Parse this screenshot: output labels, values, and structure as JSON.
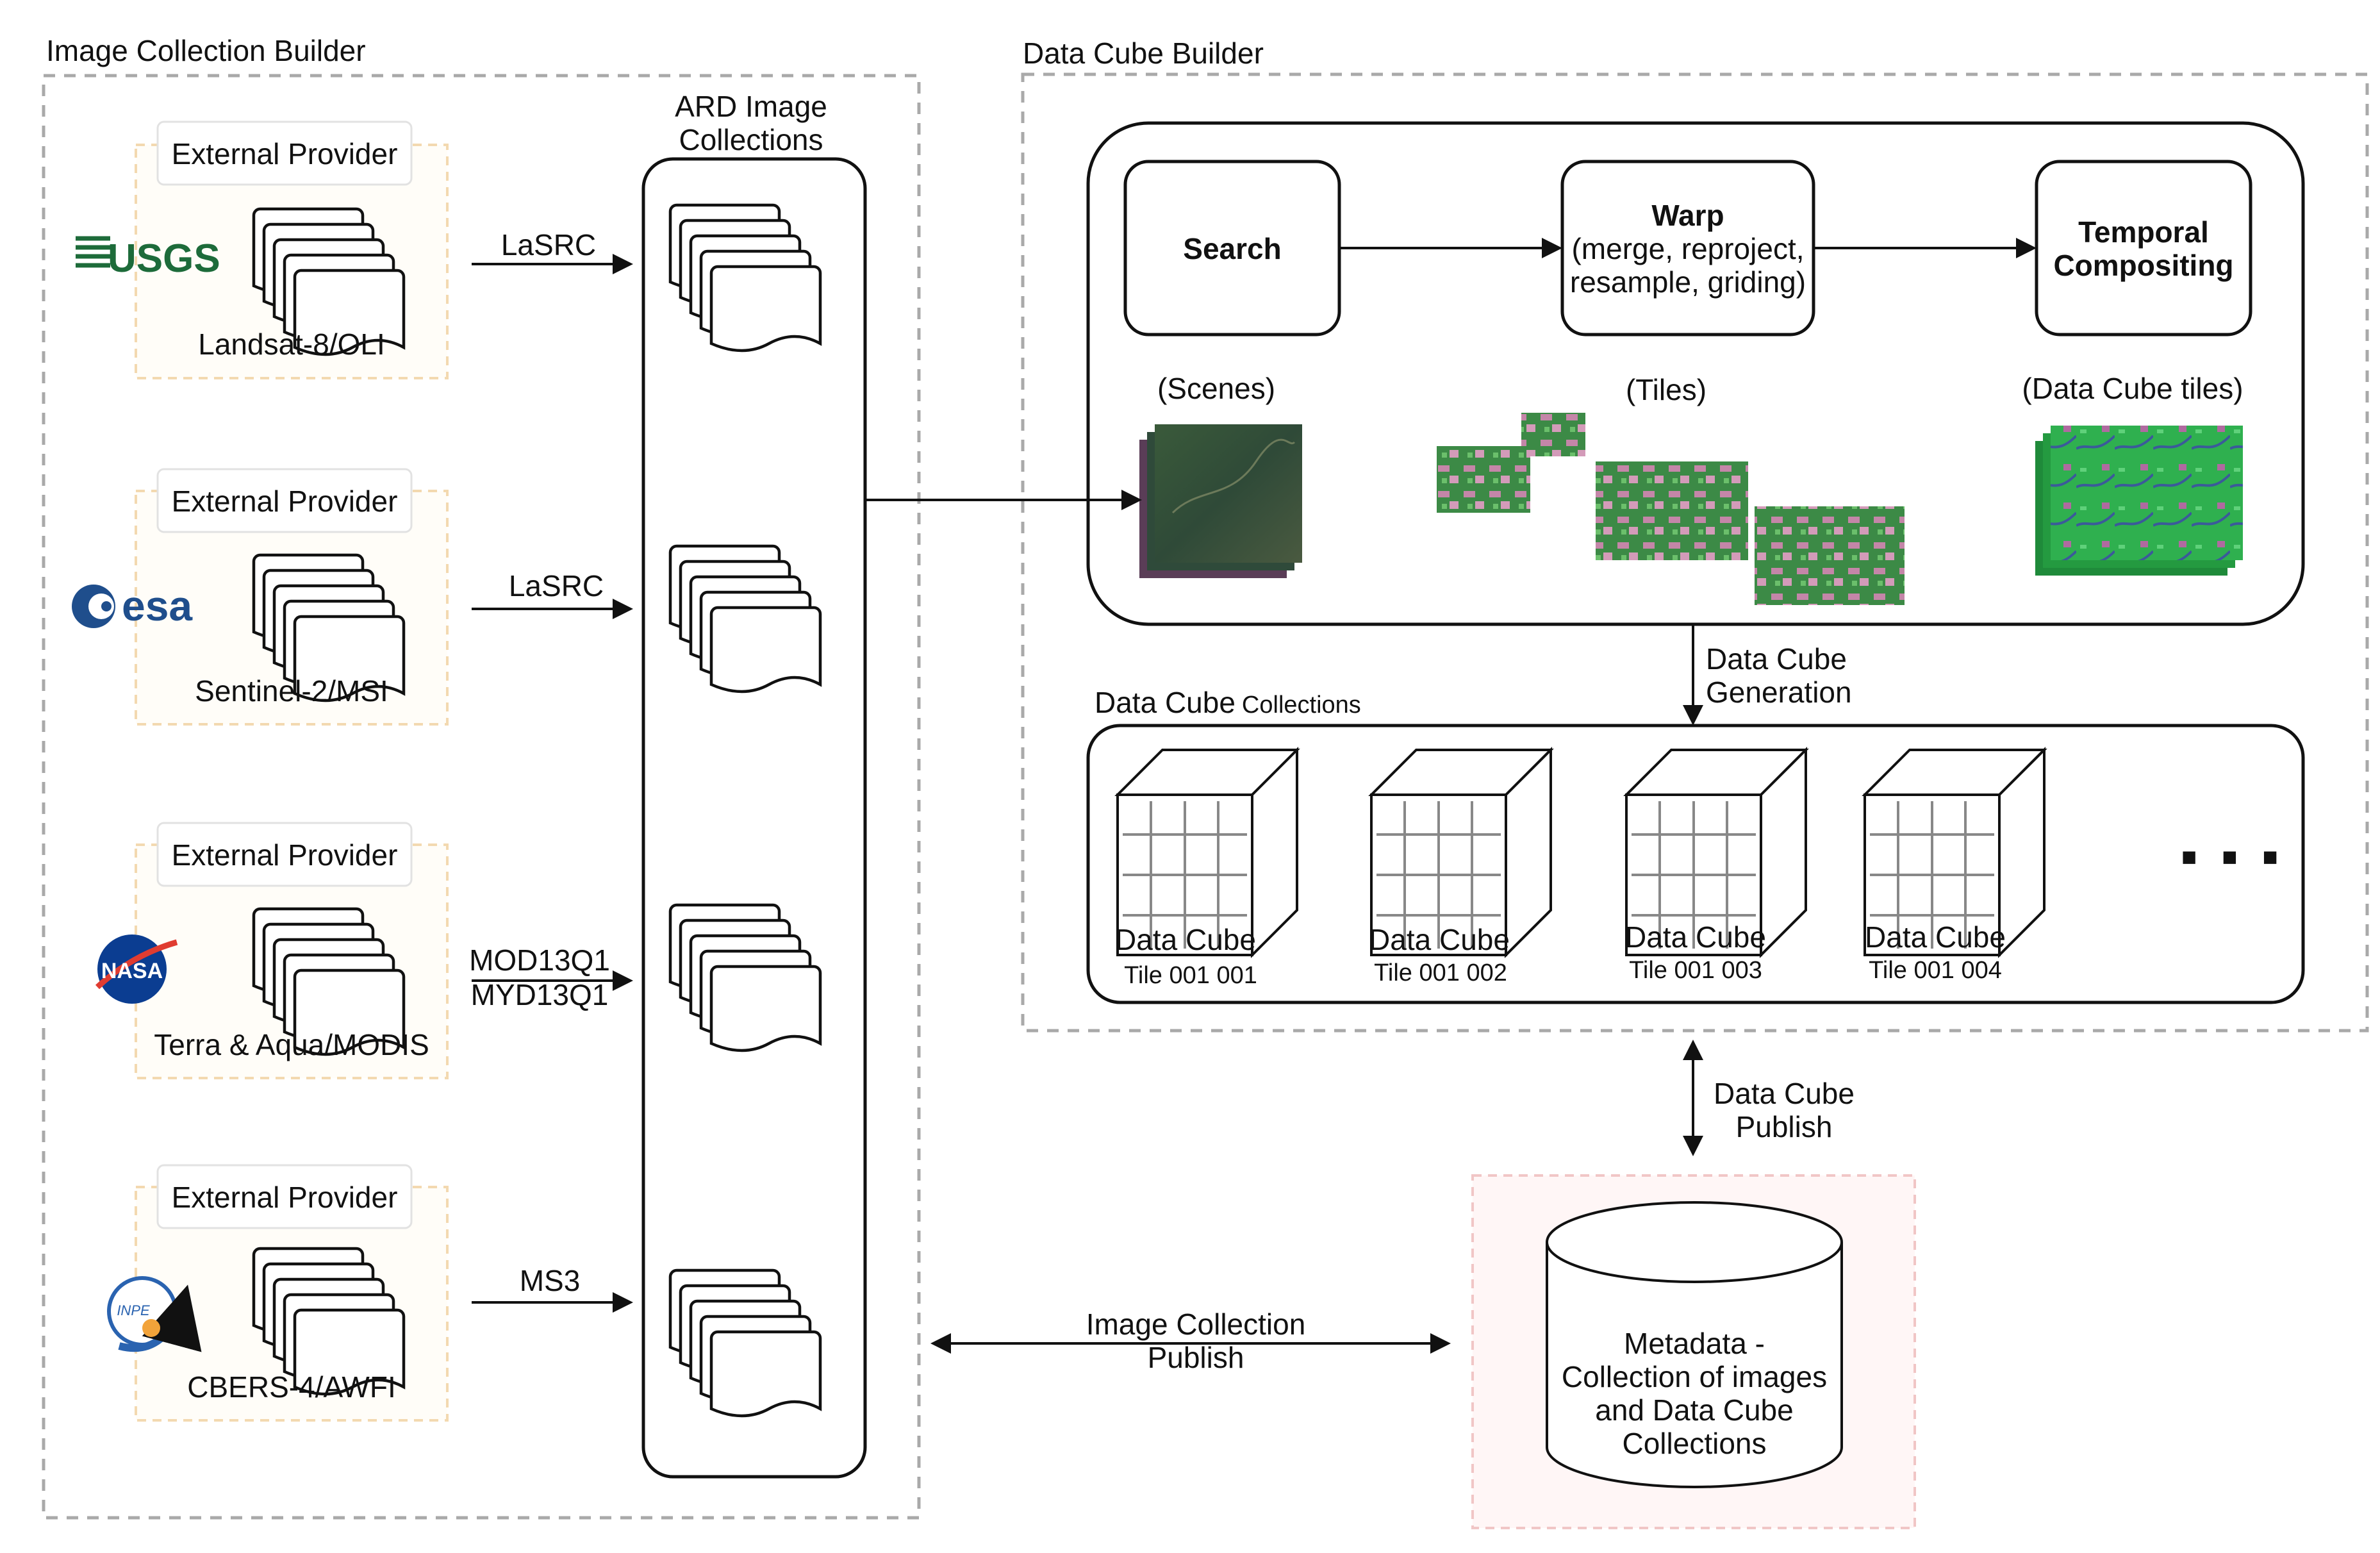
{
  "groups": {
    "image_collection_builder": "Image Collection Builder",
    "data_cube_builder": "Data Cube Builder",
    "ard_collections": [
      "ARD Image",
      "Collections"
    ]
  },
  "providers": [
    {
      "box_label": "External Provider",
      "name": "Landsat-8/OLI",
      "logo": "USGS",
      "process": [
        "LaSRC"
      ]
    },
    {
      "box_label": "External Provider",
      "name": "Sentinel-2/MSI",
      "logo": "esa",
      "process": [
        "LaSRC"
      ]
    },
    {
      "box_label": "External Provider",
      "name": "Terra & Aqua/MODIS",
      "logo": "NASA",
      "process": [
        "MOD13Q1",
        "MYD13Q1"
      ]
    },
    {
      "box_label": "External Provider",
      "name": "CBERS-4/AWFI",
      "logo": "INPE",
      "process": [
        "MS3"
      ]
    }
  ],
  "pipeline": {
    "search": "Search",
    "warp_title": "Warp",
    "warp_detail": [
      "(merge, reproject,",
      "resample, griding)"
    ],
    "temporal": [
      "Temporal",
      "Compositing"
    ],
    "scenes": "(Scenes)",
    "tiles": "(Tiles)",
    "cube_tiles": "(Data Cube tiles)"
  },
  "generation": [
    "Data Cube",
    "Generation"
  ],
  "collections_title": {
    "main": "Data Cube",
    "suffix": "Collections"
  },
  "cubes": [
    {
      "title": "Data Cube",
      "tile": "Tile 001 001"
    },
    {
      "title": "Data Cube",
      "tile": "Tile 001 002"
    },
    {
      "title": "Data Cube",
      "tile": "Tile 001 003"
    },
    {
      "title": "Data Cube",
      "tile": "Tile 001 004"
    }
  ],
  "ellipsis": "■  ■  ■",
  "publish_cube": [
    "Data Cube",
    "Publish"
  ],
  "publish_collection": [
    "Image Collection",
    "Publish"
  ],
  "metadata": [
    "Metadata -",
    "Collection of images",
    "and Data Cube",
    "Collections"
  ],
  "colors": {
    "usgs": "#1d6b3a",
    "esa": "#1f4e8c",
    "nasa": "#0b3d91",
    "inpe": "#2a63b0",
    "veg": "#2fa84f",
    "pink": "#c47aa0"
  }
}
